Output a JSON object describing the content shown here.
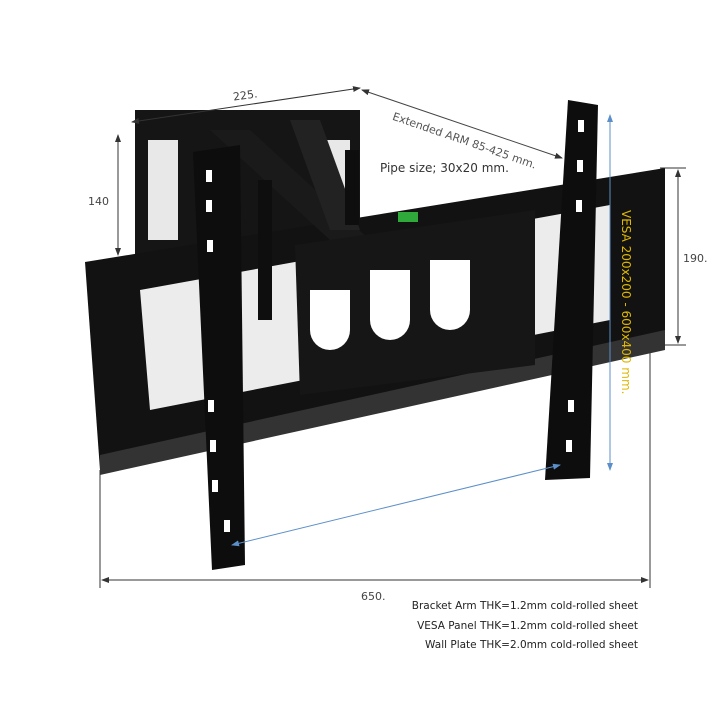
{
  "dimensions": {
    "wall_width": "225.",
    "wall_height": "140",
    "arm_extension": "Extended ARM 85-425 mm.",
    "pipe_size": "Pipe size; 30x20 mm.",
    "plate_height": "190.",
    "vesa_vertical": "VESA 200x200 - 600x400 mm.",
    "vesa_horizontal": "VESA 200x200 - 600x400 mm.",
    "total_width": "650."
  },
  "specs": [
    "Bracket Arm THK=1.2mm cold-rolled sheet",
    "VESA  Panel THK=1.2mm cold-rolled sheet",
    "Wall Plate THK=2.0mm cold-rolled sheet"
  ],
  "colors": {
    "mount": "#111111",
    "dimension_line": "#333333",
    "vesa_line": "#5b8fc9",
    "vesa_text": "#e0b800",
    "level_bubble": "#2faa3a"
  }
}
